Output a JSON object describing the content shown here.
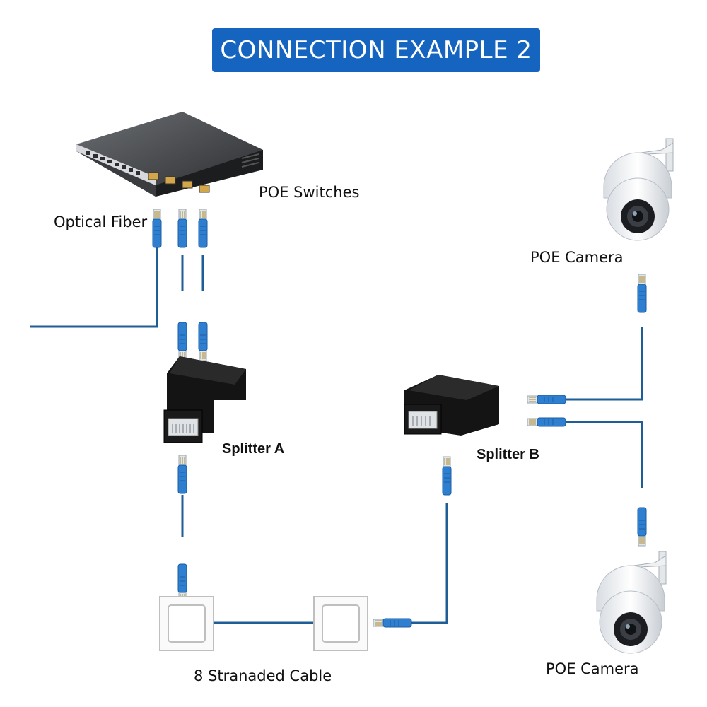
{
  "title": "CONNECTION EXAMPLE 2",
  "labels": {
    "poe_switches": "POE Switches",
    "optical_fiber": "Optical Fiber",
    "splitter_a": "Splitter A",
    "splitter_b": "Splitter B",
    "poe_camera_top": "POE Camera",
    "poe_camera_bottom": "POE Camera",
    "cable": "8 Stranaded Cable"
  },
  "colors": {
    "title_bg": "#1565c0",
    "cable_blue": "#1f5d96",
    "connector_blue": "#2f7fd0",
    "splitter_black": "#1a1a1a"
  }
}
